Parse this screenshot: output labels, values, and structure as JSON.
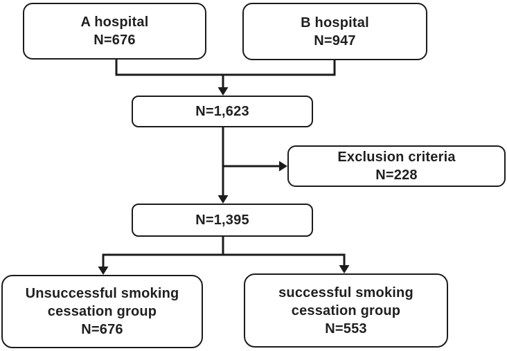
{
  "flowchart": {
    "boxes": {
      "hospital_a": {
        "lines": [
          "A hospital",
          "N=676"
        ]
      },
      "hospital_b": {
        "lines": [
          "B hospital",
          "N=947"
        ]
      },
      "total": {
        "lines": [
          "N=1,623"
        ]
      },
      "exclusion": {
        "lines": [
          "Exclusion criteria",
          "N=228"
        ]
      },
      "included": {
        "lines": [
          "N=1,395"
        ]
      },
      "unsuccessful": {
        "lines": [
          "Unsuccessful smoking",
          "cessation group",
          "N=676"
        ]
      },
      "successful": {
        "lines": [
          "successful smoking",
          "cessation group",
          "N=553"
        ]
      }
    },
    "colors": {
      "line": "#1b1b1b",
      "box_background": "#ffffff",
      "text": "#1f1f1f",
      "page_background": "#ffffff"
    }
  }
}
